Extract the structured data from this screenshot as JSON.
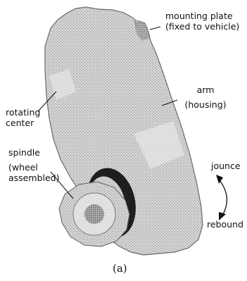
{
  "labels": {
    "mounting_plate_line1": "mounting plate",
    "mounting_plate_line2": "(fixed to vehicle)",
    "arm_line1": "arm",
    "arm_line2": "(housing)",
    "rotating_center_line1": "rotating",
    "rotating_center_line2": "center",
    "spindle_line1": "spindle",
    "spindle_line2": "(wheel",
    "spindle_line3": "assembled)",
    "jounce": "jounce",
    "rebound": "rebound"
  },
  "caption": "(a)"
}
